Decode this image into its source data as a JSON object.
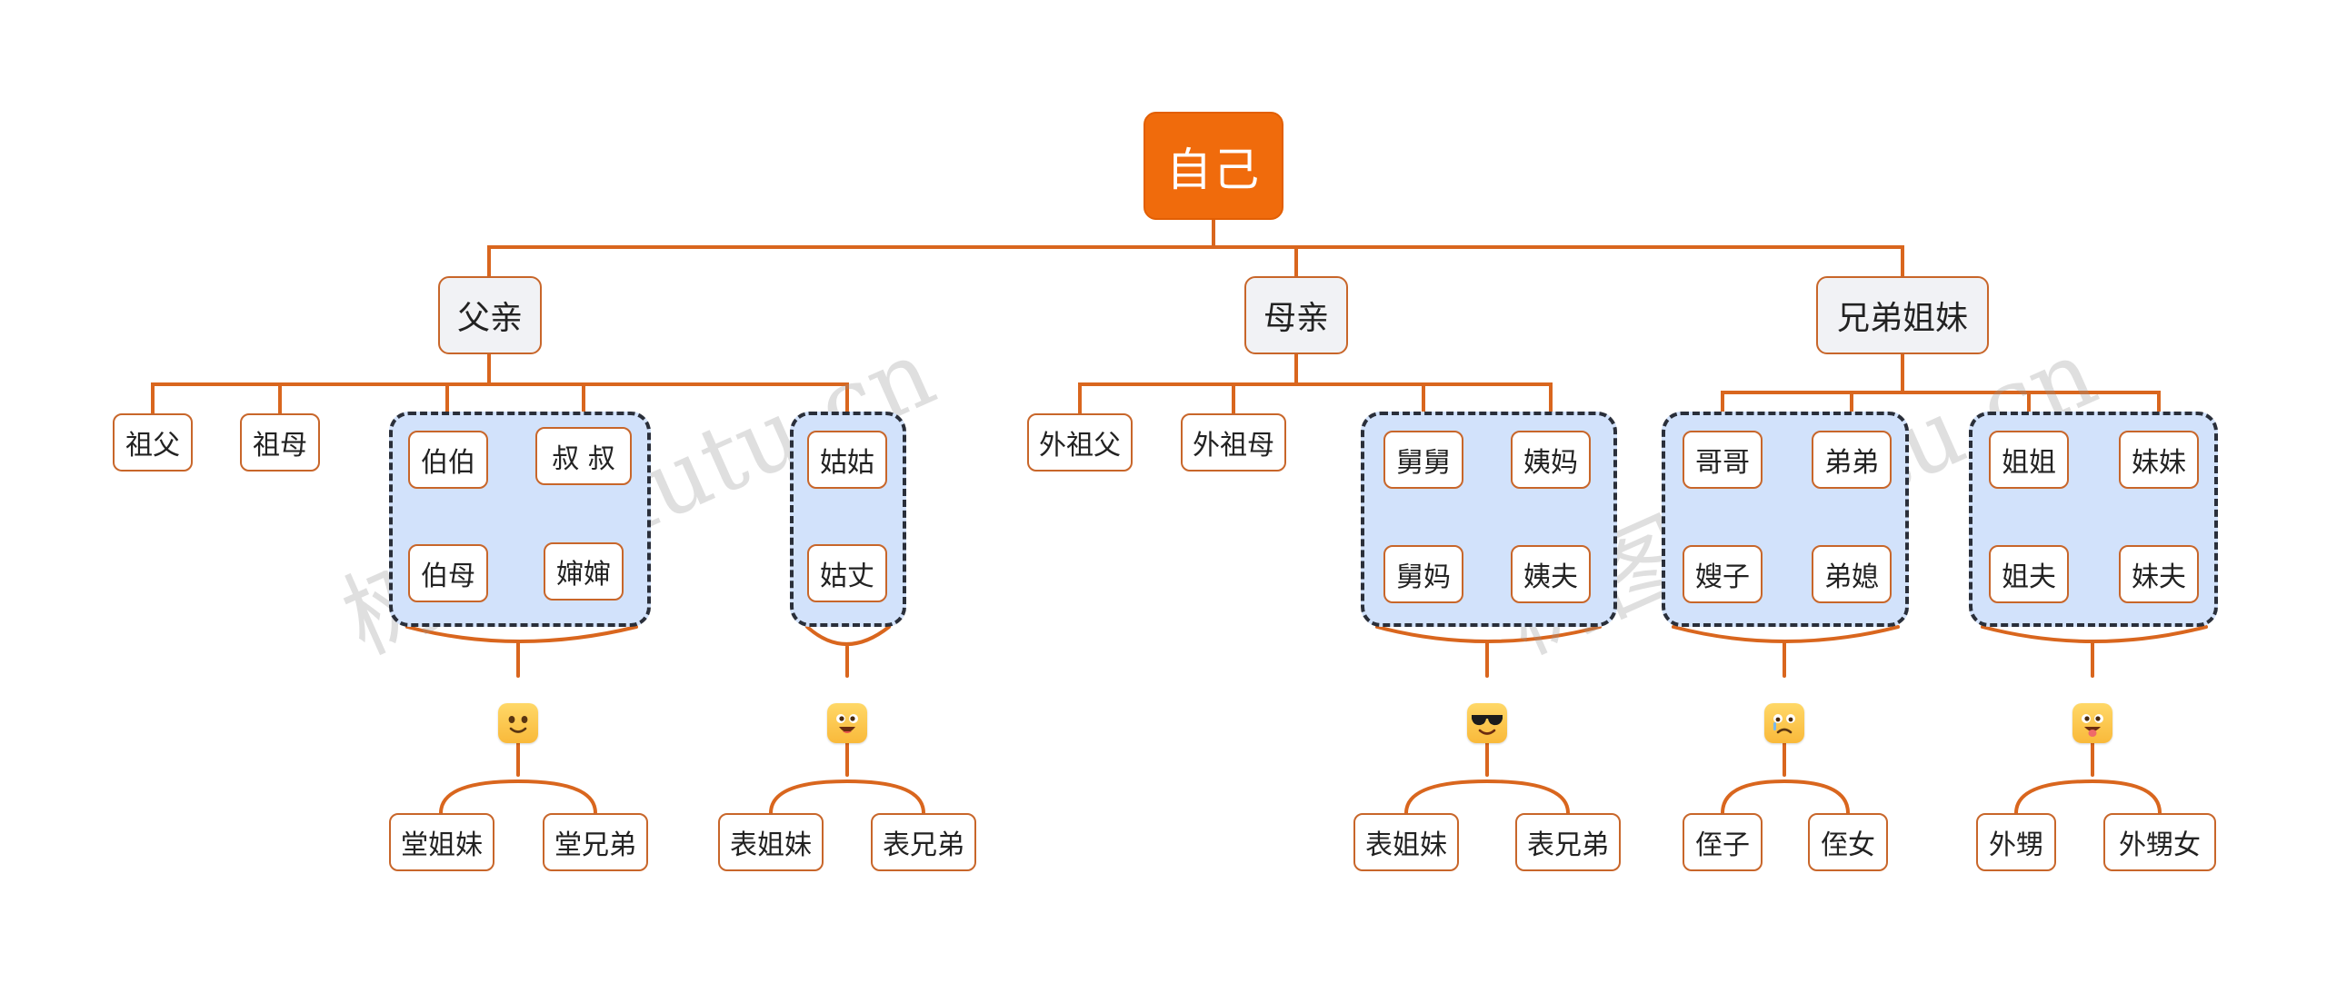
{
  "colors": {
    "root_fill": "#f06b0c",
    "connector": "#d9661e",
    "group_fill": "#d2e2fb",
    "node_border": "#c8662a"
  },
  "root": {
    "label": "自己"
  },
  "father": {
    "label": "父亲",
    "grandpa": "祖父",
    "grandma": "祖母",
    "bobo": "伯伯",
    "bomu": "伯母",
    "shushu": "叔 叔",
    "shenshen": "婶婶",
    "gugu": "姑姑",
    "guzhang": "姑丈",
    "emoji_1": "smile-emoji-icon",
    "emoji_2": "grin-emoji-icon",
    "tang_sisters": "堂姐妹",
    "tang_brothers": "堂兄弟",
    "biao_sisters": "表姐妹",
    "biao_brothers": "表兄弟"
  },
  "mother": {
    "label": "母亲",
    "grandpa": "外祖父",
    "grandma": "外祖母",
    "jiujiu": "舅舅",
    "jiuma": "舅妈",
    "yima": "姨妈",
    "yifu": "姨夫",
    "emoji": "sunglasses-emoji-icon",
    "biao_sisters": "表姐妹",
    "biao_brothers": "表兄弟"
  },
  "siblings": {
    "label": "兄弟姐妹",
    "gege": "哥哥",
    "saozi": "嫂子",
    "didi": "弟弟",
    "dixi": "弟媳",
    "jiejie": "姐姐",
    "jiefu": "姐夫",
    "meimei": "妹妹",
    "meifu": "妹夫",
    "emoji_1": "sad-emoji-icon",
    "emoji_2": "tongue-emoji-icon",
    "nephew": "侄子",
    "niece": "侄女",
    "wai_nephew": "外甥",
    "wai_niece": "外甥女"
  },
  "watermark": {
    "text": "树图 shutu.cn"
  }
}
